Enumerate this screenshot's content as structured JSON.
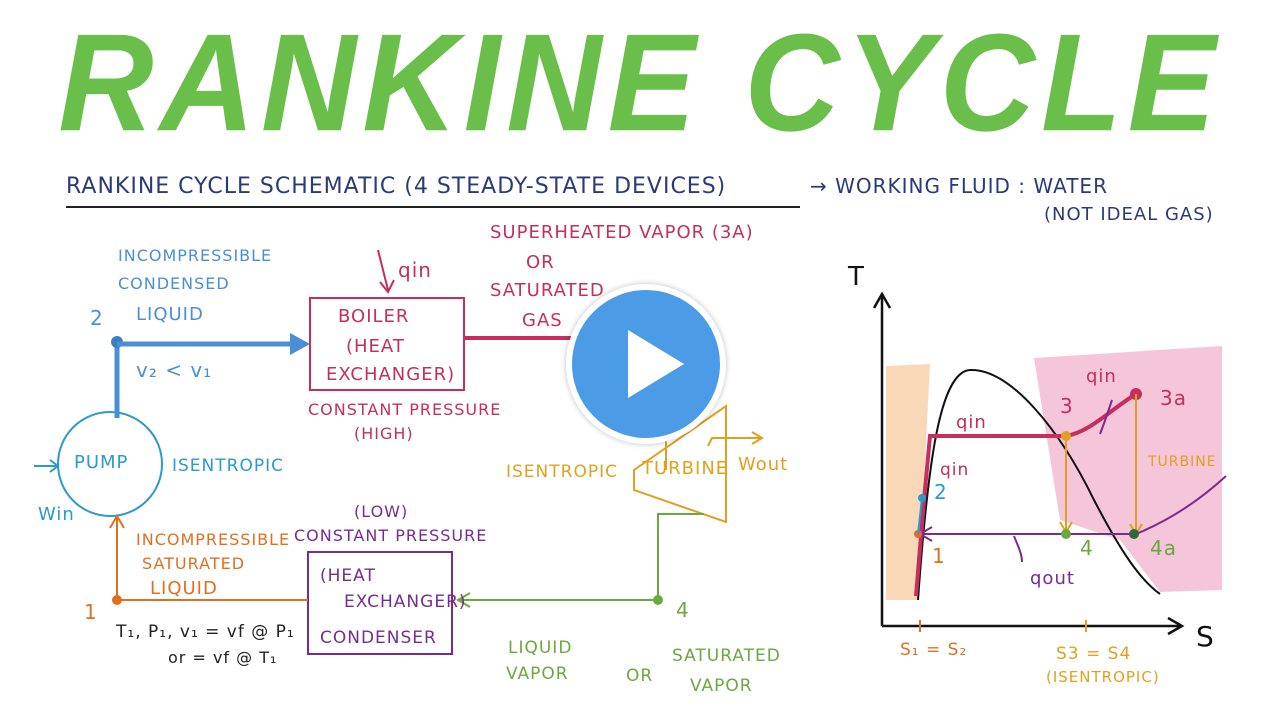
{
  "title": "RANKINE CYCLE",
  "schematic": {
    "heading": "Rankine cycle schematic (4 steady-state devices)",
    "fluid": "→ Working fluid : water",
    "fluid_note": "(not ideal gas)",
    "incompressible_condensed": [
      "Incompressible",
      "condensed"
    ],
    "liquid_top": "Liquid",
    "state2": "2",
    "v2_lt_v1": "v₂ < v₁",
    "qin_boiler": "qin",
    "boiler": [
      "Boiler",
      "(Heat",
      "exchanger)"
    ],
    "boiler_pressure": [
      "Constant pressure",
      "(high)"
    ],
    "superheated": "Superheated vapor (3a)",
    "or1": "or",
    "saturated_gas": [
      "Saturated",
      "gas"
    ],
    "pump": "Pump",
    "isentropic_pump": "Isentropic",
    "win": "Win",
    "turbine": "Turbine",
    "isentropic_turbine": "Isentropic",
    "wout": "Wout",
    "low": "(Low)",
    "constant_pressure_low": "Constant pressure",
    "condenser": [
      "(Heat",
      "exchanger)",
      "Condenser"
    ],
    "incompressible_sat": [
      "Incompressible",
      "saturated",
      "liquid"
    ],
    "state1": "1",
    "t1p1": "T₁, P₁, v₁ = vf @ P₁",
    "or_vf_t1": "or = vf @ T₁",
    "state4": "4",
    "liquid_vapor": [
      "Liquid",
      "vapor"
    ],
    "or2": "or",
    "saturated_vapor": [
      "Saturated",
      "vapor"
    ]
  },
  "ts_diagram": {
    "axis_t": "T",
    "axis_s": "S",
    "qin_top": "qin",
    "qin_mid": "qin",
    "qin_low": "qin",
    "qout": "qout",
    "pt3": "3",
    "pt3a": "3a",
    "pt2": "2",
    "pt1": "1",
    "pt4": "4",
    "pt4a": "4a",
    "turbine": "Turbine",
    "s1s2": "S₁ = S₂",
    "s3s4": "S3 = S4",
    "isentropic": "(isentropic)"
  },
  "colors": {
    "title": "#6abf4b",
    "heat": "#c62e5e",
    "pump": "#2a9ad0",
    "turbine": "#e3a020",
    "condenser": "#7a2b8f",
    "liquid_state1": "#e07020",
    "state4": "#6aa840"
  },
  "play_button": {
    "icon": "play-icon"
  }
}
